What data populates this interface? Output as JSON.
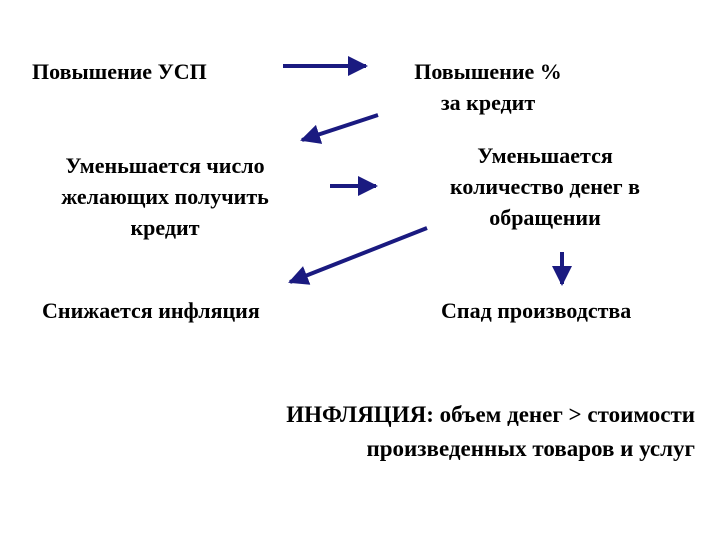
{
  "nodes": {
    "usp_increase": "Повышение УСП",
    "rate_increase": [
      "Повышение %",
      "за кредит"
    ],
    "borrowers_decrease": [
      "Уменьшается число",
      "желающих получить",
      "кредит"
    ],
    "money_decrease": [
      "Уменьшается",
      "количество денег в",
      "обращении"
    ],
    "inflation_decrease": "Снижается инфляция",
    "production_decline": "Спад производства"
  },
  "definition": [
    "ИНФЛЯЦИЯ: объем денег > стоимости",
    "произведенных товаров и услуг"
  ],
  "colors": {
    "arrow": "#1a1a80",
    "text": "#000000",
    "background": "#ffffff"
  }
}
